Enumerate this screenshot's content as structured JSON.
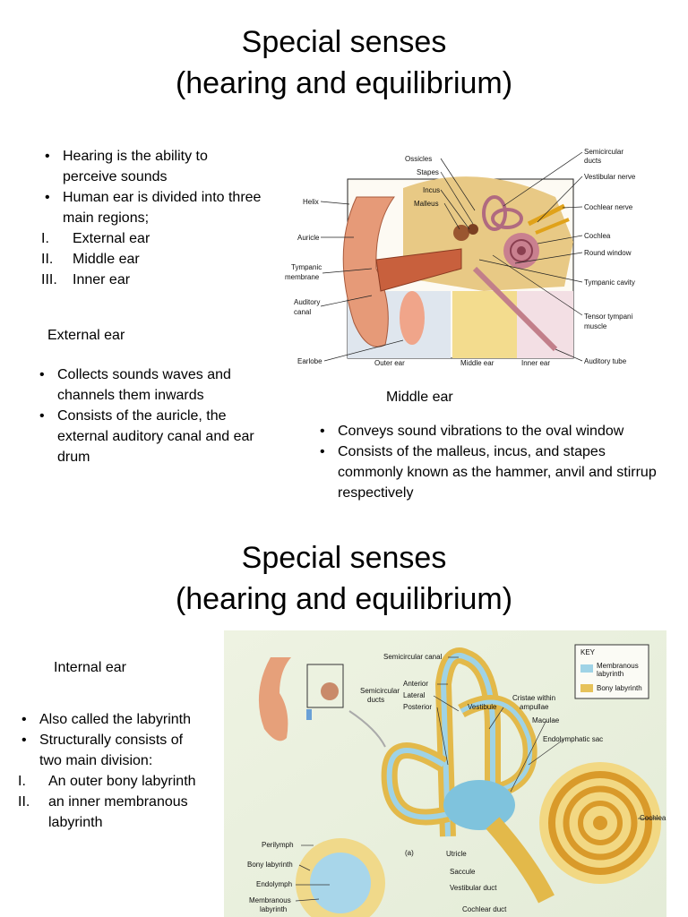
{
  "slide1": {
    "title_line1": "Special senses",
    "title_line2": "(hearing and equilibrium)",
    "intro_bullets": [
      "Hearing is the ability to perceive sounds",
      "Human ear is divided into three main regions;"
    ],
    "regions": [
      {
        "num": "I.",
        "label": "External ear"
      },
      {
        "num": "II.",
        "label": "Middle ear"
      },
      {
        "num": "III.",
        "label": "Inner ear"
      }
    ],
    "external_heading": "External ear",
    "external_bullets": [
      "Collects sounds waves and channels them inwards",
      "Consists of the auricle, the external auditory canal and ear drum"
    ],
    "middle_heading": "Middle ear",
    "middle_bullets": [
      "Conveys sound vibrations to the oval window",
      "Consists of the malleus, incus, and stapes commonly known as the hammer, anvil and stirrup respectively"
    ],
    "figure_labels": {
      "ossicles": "Ossicles",
      "stapes": "Stapes",
      "incus": "Incus",
      "malleus": "Malleus",
      "helix": "Helix",
      "auricle": "Auricle",
      "tympanic_membrane_1": "Tympanic",
      "tympanic_membrane_2": "membrane",
      "auditory_canal_1": "Auditory",
      "auditory_canal_2": "canal",
      "earlobe": "Earlobe",
      "outer_ear": "Outer ear",
      "middle_ear": "Middle ear",
      "inner_ear": "Inner ear",
      "semicircular_ducts_1": "Semicircular",
      "semicircular_ducts_2": "ducts",
      "vestibular_nerve": "Vestibular nerve",
      "cochlear_nerve": "Cochlear nerve",
      "cochlea": "Cochlea",
      "round_window": "Round window",
      "tympanic_cavity": "Tympanic cavity",
      "tensor_tympani_1": "Tensor tympani",
      "tensor_tympani_2": "muscle",
      "auditory_tube": "Auditory tube"
    }
  },
  "slide2": {
    "title_line1": "Special senses",
    "title_line2": "(hearing and equilibrium)",
    "internal_heading": "Internal ear",
    "bullets": [
      "Also called the labyrinth",
      "Structurally consists of two main division:"
    ],
    "divisions": [
      {
        "num": "I.",
        "label": "An outer bony labyrinth"
      },
      {
        "num": "II.",
        "label": "an inner membranous labyrinth"
      }
    ],
    "figure_labels": {
      "key": "KEY",
      "key_membranous_1": "Membranous",
      "key_membranous_2": "labyrinth",
      "key_bony": "Bony labyrinth",
      "semicircular_canal": "Semicircular canal",
      "anterior": "Anterior",
      "lateral": "Lateral",
      "posterior": "Posterior",
      "semicircular_ducts_1": "Semicircular",
      "semicircular_ducts_2": "ducts",
      "vestibule": "Vestibule",
      "cristae_1": "Cristae within",
      "cristae_2": "ampullae",
      "maculae": "Maculae",
      "endolymphatic_sac": "Endolymphatic sac",
      "cochlea": "Cochlea",
      "perilymph": "Perilymph",
      "bony_labyrinth": "Bony labyrinth",
      "endolymph": "Endolymph",
      "membranous_1": "Membranous",
      "membranous_2": "labyrinth",
      "panel_a": "(a)",
      "utricle": "Utricle",
      "saccule": "Saccule",
      "vestibular_duct": "Vestibular duct",
      "cochlear_duct": "Cochlear duct"
    },
    "key_colors": {
      "membranous": "#9fd3e6",
      "bony": "#e6c25a"
    }
  }
}
